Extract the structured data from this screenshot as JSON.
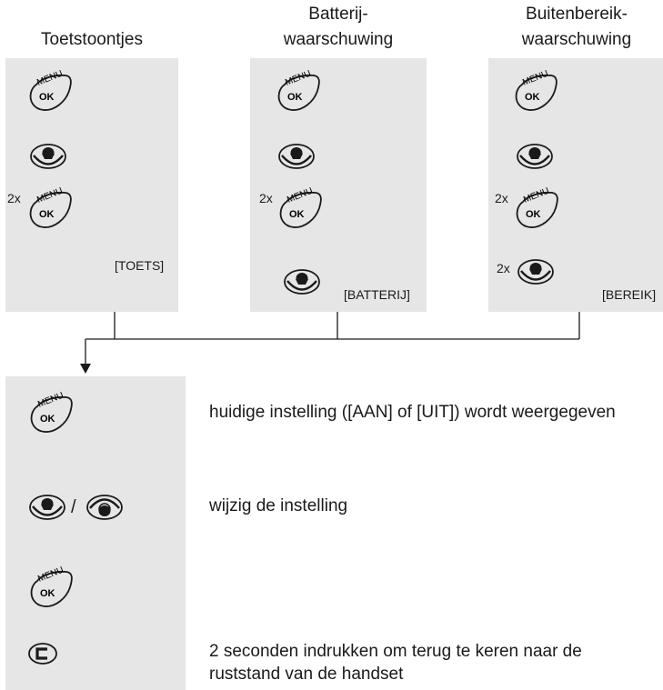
{
  "headings": {
    "tones": "Toetstoontjes",
    "battery": [
      "Batterij-",
      "waarschuwing"
    ],
    "range": [
      "Buitenbereik-",
      "waarschuwing"
    ]
  },
  "keys": {
    "menu_word": "MENU",
    "ok_word": "OK"
  },
  "multiplier": "2x",
  "labels": {
    "tones": "[TOETS]",
    "battery": "[BATTERIJ]",
    "range": "[BEREIK]"
  },
  "slash": "/",
  "steps": {
    "step1": "huidige instelling ([AAN] of [UIT]) wordt weergegeven",
    "step2": "wijzig de instelling",
    "step4": [
      "2 seconden indrukken om terug te keren naar de",
      "ruststand van de handset"
    ]
  },
  "colors": {
    "panel": "#e6e6e6",
    "line": "#1a1a1a"
  }
}
